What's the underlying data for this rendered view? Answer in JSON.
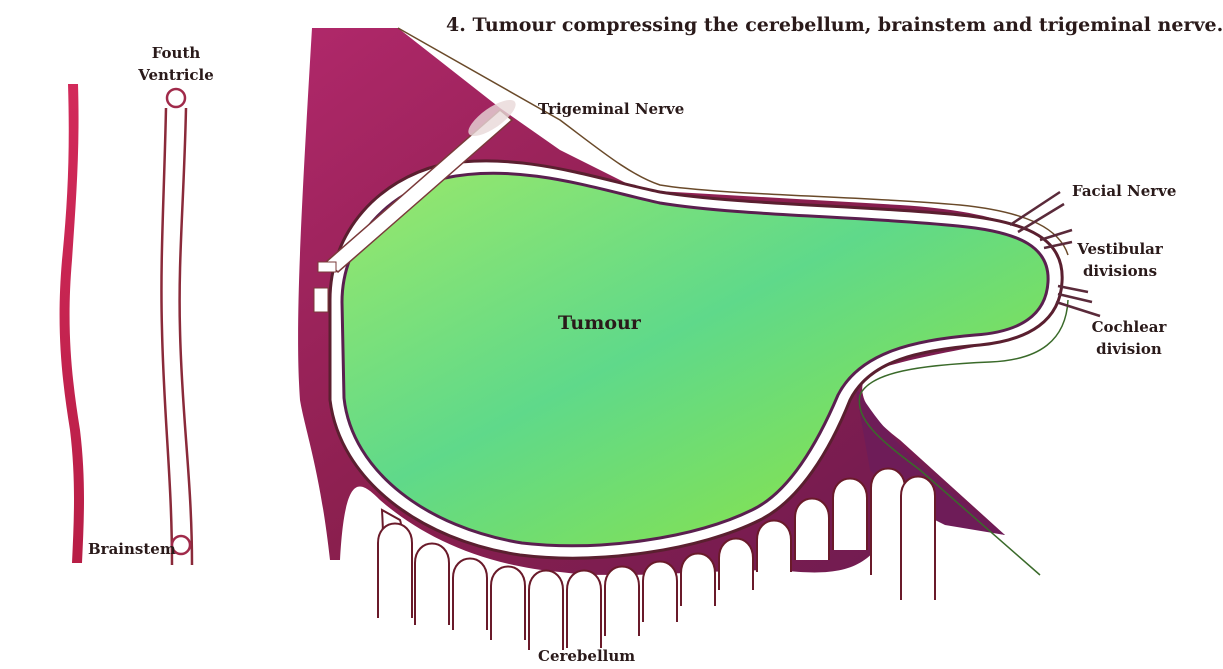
{
  "title": "4. Tumour compressing the cerebellum, brainstem and trigeminal nerve.",
  "labels": {
    "fourth_ventricle_line1": "Fouth",
    "fourth_ventricle_line2": "Ventricle",
    "trigeminal_nerve": "Trigeminal Nerve",
    "facial_nerve": "Facial Nerve",
    "vestibular_line1": "Vestibular",
    "vestibular_line2": "divisions",
    "cochlear_line1": "Cochlear",
    "cochlear_line2": "division",
    "tumour": "Tumour",
    "brainstem": "Brainstem",
    "cerebellum": "Cerebellum"
  },
  "colors": {
    "tumour_light": "#7fe35a",
    "tumour_dark": "#4fc98a",
    "cerebellum_dark": "#7a1f5a",
    "cerebellum_red": "#b02040",
    "brainstem_pink": "#cc2a5a",
    "outline": "#5a1f2f"
  }
}
